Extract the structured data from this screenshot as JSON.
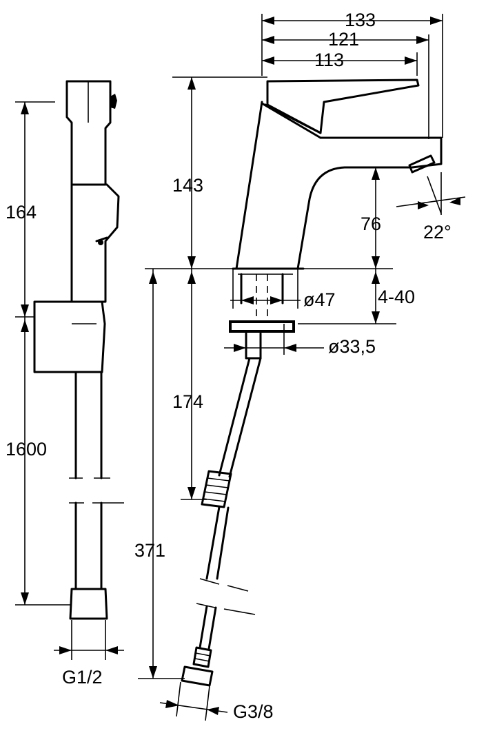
{
  "dimensions": {
    "width_133": "133",
    "width_121": "121",
    "width_113": "113",
    "height_143": "143",
    "height_76": "76",
    "angle": "22°",
    "diameter_47": "ø47",
    "thickness": "4-40",
    "diameter_33_5": "ø33,5",
    "hose_174": "174",
    "hose_371": "371",
    "thread_g3_8": "G3/8",
    "shower_164": "164",
    "shower_1600": "1600",
    "thread_g1_2": "G1/2"
  }
}
